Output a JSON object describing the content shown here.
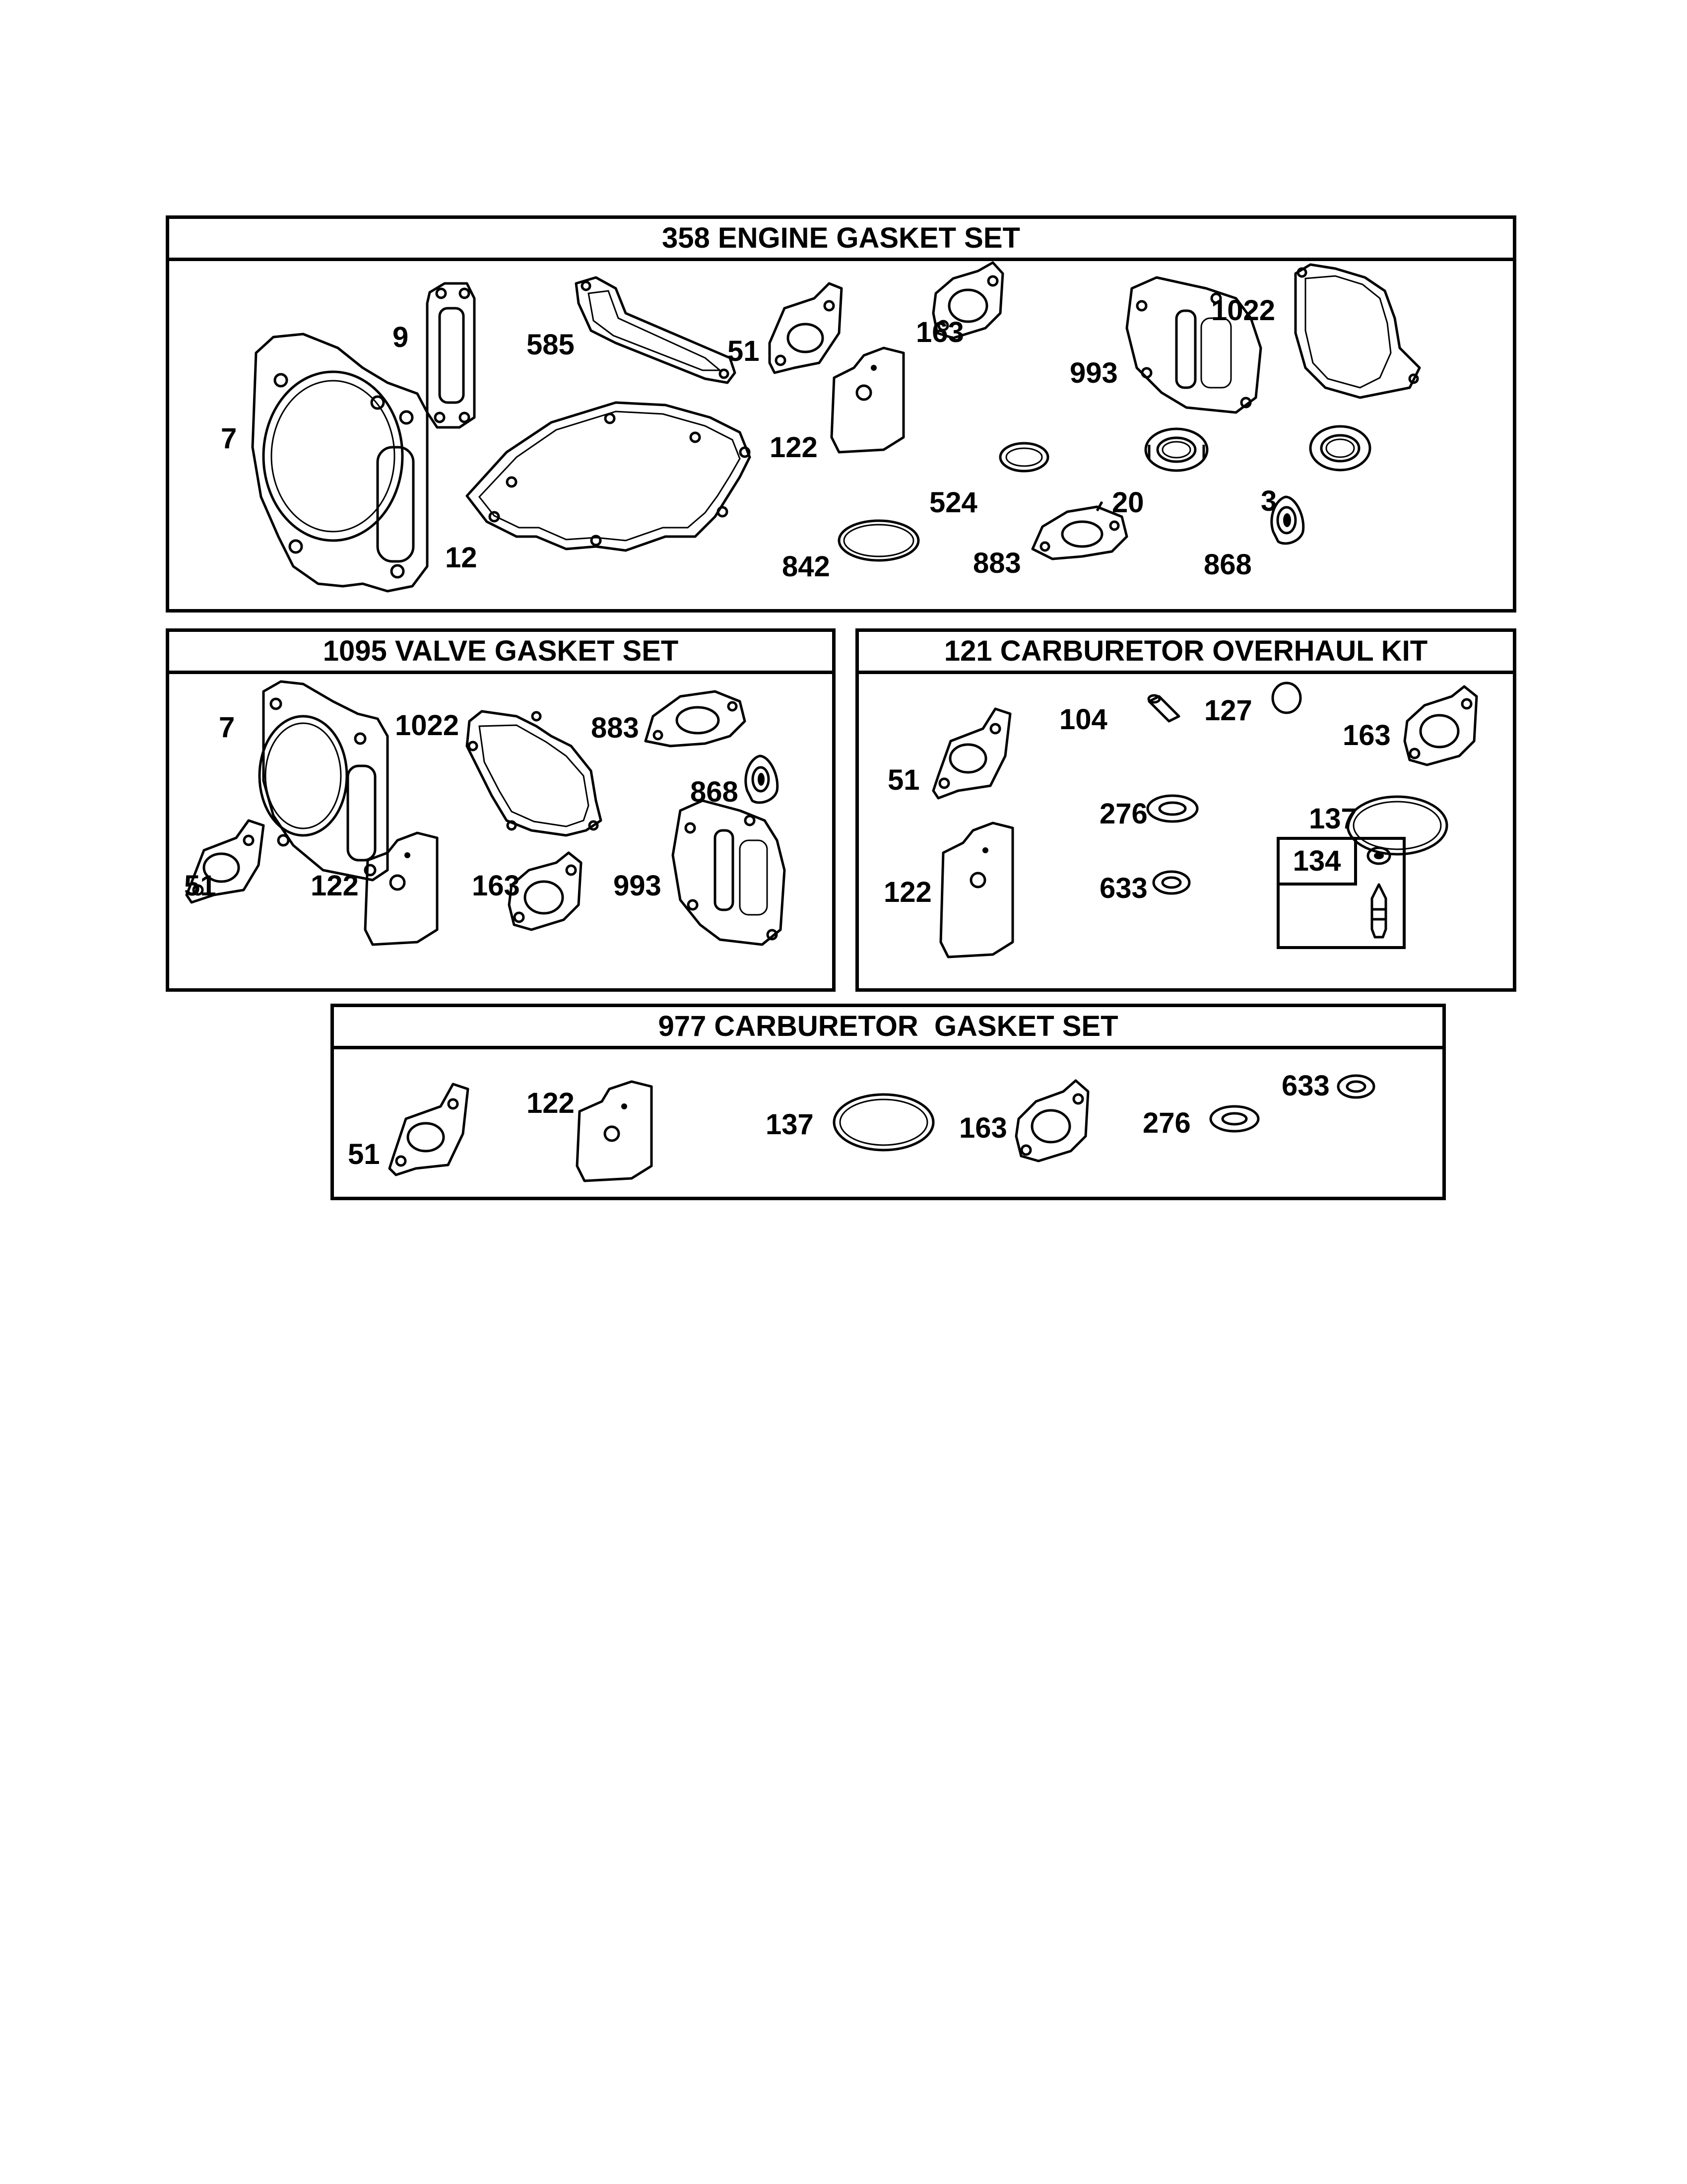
{
  "panels": {
    "engine": {
      "title": "358 ENGINE GASKET SET",
      "parts": [
        "7",
        "9",
        "585",
        "51",
        "163",
        "993",
        "1022",
        "12",
        "122",
        "524",
        "20",
        "3",
        "842",
        "883",
        "868"
      ]
    },
    "valve": {
      "title": "1095 VALVE GASKET SET",
      "parts": [
        "7",
        "1022",
        "883",
        "868",
        "51",
        "122",
        "163",
        "993"
      ]
    },
    "carb_kit": {
      "title": "121 CARBURETOR OVERHAUL KIT",
      "parts": [
        "104",
        "127",
        "163",
        "51",
        "276",
        "137",
        "122",
        "633"
      ],
      "subkit": "134"
    },
    "carb_gasket": {
      "title": "977 CARBURETOR  GASKET SET",
      "parts": [
        "51",
        "122",
        "137",
        "163",
        "276",
        "633"
      ]
    }
  }
}
